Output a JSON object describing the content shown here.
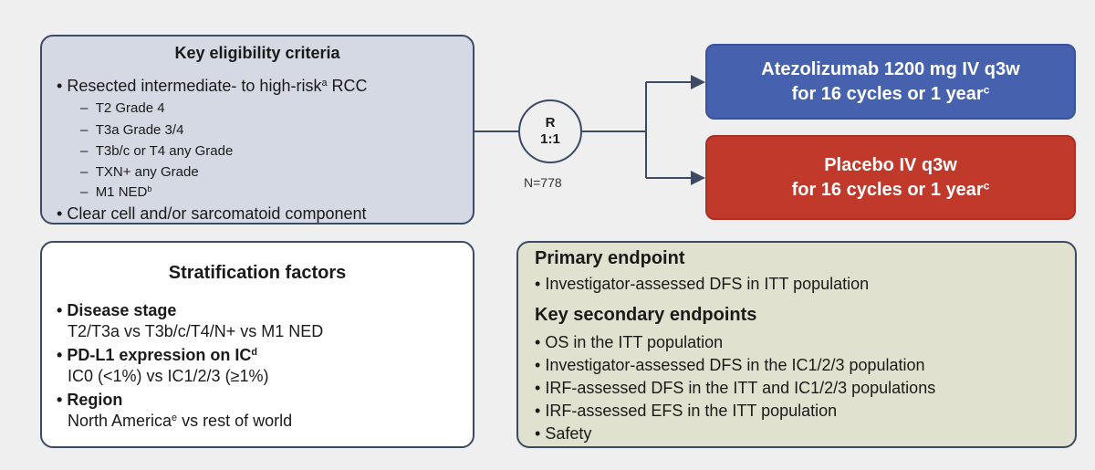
{
  "eligibility": {
    "title": "Key eligibility criteria",
    "bullet1_text": "Resected intermediate- to high-risk",
    "bullet1_sup": "a",
    "bullet1_tail": " RCC",
    "subitems": [
      "T2 Grade 4",
      "T3a Grade 3/4",
      "T3b/c or T4 any Grade",
      "TXN+ any Grade"
    ],
    "subitem_last_text": "M1 NED",
    "subitem_last_sup": "b",
    "bullet2": "Clear cell and/or sarcomatoid component"
  },
  "randomization": {
    "line1": "R",
    "line2": "1:1",
    "sample_size": "N=778"
  },
  "arms": {
    "atezolizumab_line1": "Atezolizumab 1200 mg IV q3w",
    "atezolizumab_line2": "for 16 cycles or 1 year",
    "atezolizumab_sup": "c",
    "placebo_line1": "Placebo IV q3w",
    "placebo_line2": "for 16 cycles or 1 year",
    "placebo_sup": "c"
  },
  "stratification": {
    "title": "Stratification factors",
    "factor1_label": "Disease stage",
    "factor1_value": "T2/T3a vs T3b/c/T4/N+ vs M1 NED",
    "factor2_label": "PD-L1 expression on IC",
    "factor2_sup": "d",
    "factor2_value": "IC0 (<1%) vs IC1/2/3 (≥1%)",
    "factor3_label": "Region",
    "factor3_value_text": "North America",
    "factor3_value_sup": "e",
    "factor3_value_tail": " vs rest of world"
  },
  "endpoints": {
    "primary_title": "Primary endpoint",
    "primary_items": [
      "Investigator-assessed DFS in ITT population"
    ],
    "secondary_title": "Key secondary endpoints",
    "secondary_items": [
      "OS in the ITT population",
      "Investigator-assessed DFS in the IC1/2/3 population",
      "IRF-assessed DFS in the ITT and IC1/2/3 populations",
      "IRF-assessed EFS in the ITT population",
      "Safety"
    ]
  },
  "glyphs": {
    "bullet": "•",
    "dash": "–"
  },
  "colors": {
    "eligibility_fill": "#d5d9e3",
    "atezolizumab_fill": "#4662ae",
    "placebo_fill": "#c0392b",
    "endpoints_fill": "#e1e1cf",
    "border": "#3c4a66"
  }
}
